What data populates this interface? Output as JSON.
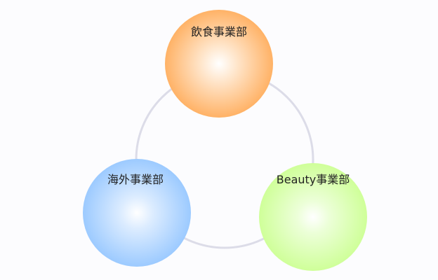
{
  "diagram": {
    "nodes": [
      {
        "id": "food",
        "label": "飲食事業部",
        "color": "#ffb266"
      },
      {
        "id": "overseas",
        "label": "海外事業部",
        "color": "#9ccaff"
      },
      {
        "id": "beauty",
        "label": "Beauty事業部",
        "color": "#cfff99"
      }
    ],
    "ring_color": "#dcdce8"
  }
}
